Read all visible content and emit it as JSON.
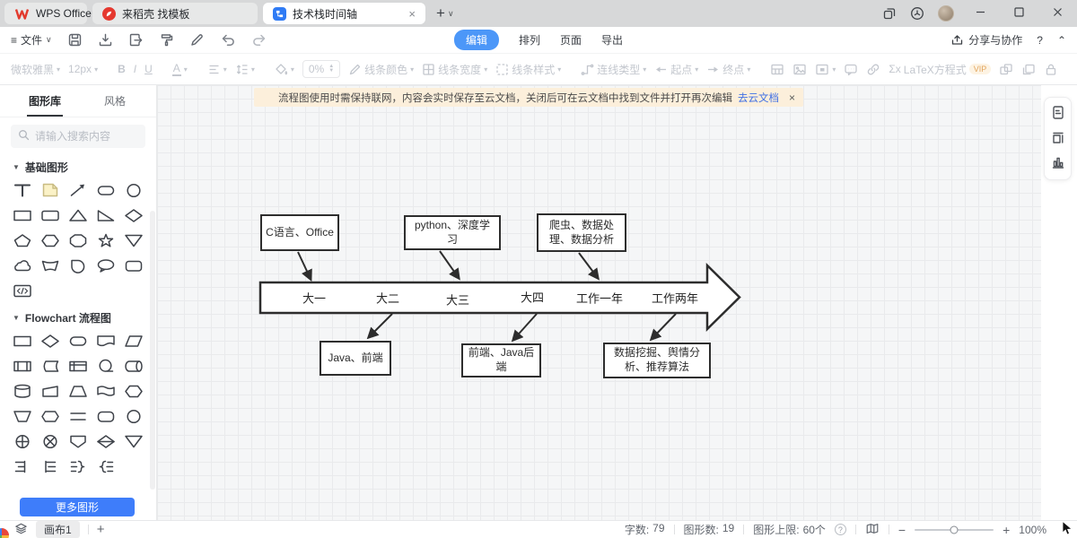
{
  "titlebar": {
    "tabs": [
      {
        "label": "WPS Office"
      },
      {
        "label": "来稻壳 找模板"
      },
      {
        "label": "技术栈时间轴"
      }
    ]
  },
  "glyphs": {
    "dropdown": "∨",
    "chevron": "▾",
    "caret": "▼",
    "close": "×",
    "plus": "+",
    "minus": "−",
    "help": "?",
    "collapse": "⌃",
    "hamburger": "≡",
    "more": "▶",
    "up": "▲",
    "down": "▼"
  },
  "menubar": {
    "file_label": "文件",
    "tabs": [
      "编辑",
      "排列",
      "页面",
      "导出"
    ],
    "share_label": "分享与协作"
  },
  "toolbar": {
    "font_name": "微软雅黑",
    "font_size": "12px",
    "bold": "B",
    "italic": "I",
    "underline": "U",
    "font_color": "A",
    "opacity": "0%",
    "line_color_label": "线条颜色",
    "line_width_label": "线条宽度",
    "line_style_label": "线条样式",
    "connector_label": "连线类型",
    "start_label": "起点",
    "end_label": "终点",
    "latex_sigma": "Σx",
    "latex_label": "LaTeX方程式",
    "vip_badge": "VIP"
  },
  "sidebar": {
    "tab_library": "图形库",
    "tab_style": "风格",
    "search_placeholder": "请输入搜索内容",
    "section_basic": "基础图形",
    "section_flowchart": "Flowchart 流程图",
    "more_button": "更多图形"
  },
  "banner": {
    "text": "流程图使用时需保持联网，内容会实时保存至云文档，关闭后可在云文档中找到文件并打开再次编辑",
    "link": "去云文档"
  },
  "diagram": {
    "top_boxes": [
      "C语言、Office",
      "python、深度学习",
      "爬虫、数据处理、数据分析"
    ],
    "timeline_labels": [
      "大一",
      "大二",
      "大三",
      "大四",
      "工作一年",
      "工作两年"
    ],
    "bottom_boxes": [
      "Java、前端",
      "前端、Java后端",
      "数据挖掘、舆情分析、推荐算法"
    ]
  },
  "statusbar": {
    "canvas_tab": "画布1",
    "stats": [
      {
        "label": "字数:",
        "value": "79"
      },
      {
        "label": "图形数:",
        "value": "19"
      },
      {
        "label": "图形上限:",
        "value": "60个"
      }
    ],
    "zoom_level": "100%"
  },
  "icons": {
    "wps-logo": "red W mark",
    "docer-icon": "red circle template store",
    "flowchart-doc-icon": "blue flowchart document",
    "workbench-icon": "stacked windows",
    "labs-icon": "3d box in circle",
    "save-icon": "floppy",
    "download-icon": "arrow into tray",
    "export-icon": "box with arrow",
    "format-painter-icon": "paint roller",
    "edit-pen-icon": "pencil",
    "undo-icon": "curved arrow left",
    "redo-icon": "curved arrow right",
    "share-icon": "arrow out of tray",
    "search-icon": "magnifier",
    "layers-icon": "stacked layers",
    "map-icon": "folded map",
    "page-icon": "document page",
    "frame-icon": "artboard frame",
    "chart-icon": "bar chart"
  }
}
